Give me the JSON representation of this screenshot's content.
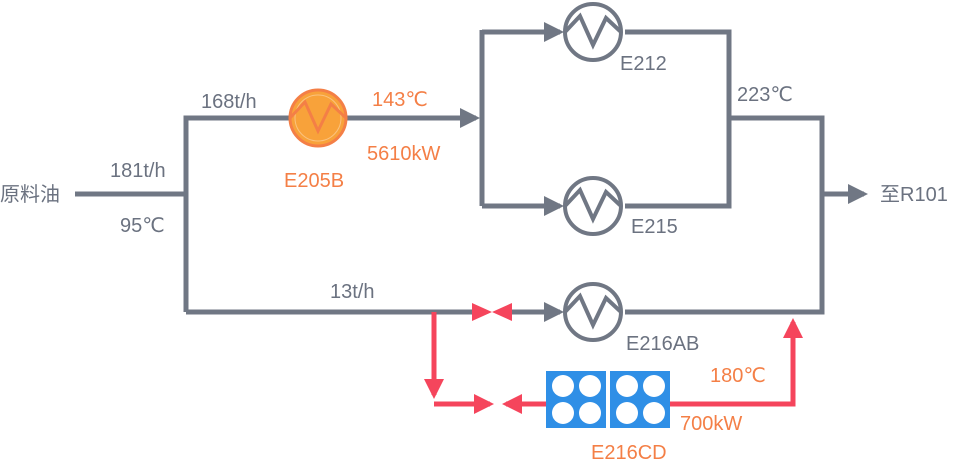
{
  "labels": {
    "feed": "原料油",
    "feed_flow": "181t/h",
    "feed_temp": "95℃",
    "upper_flow": "168t/h",
    "e205b_temp": "143℃",
    "e205b_duty": "5610kW",
    "e205b": "E205B",
    "e212": "E212",
    "e215": "E215",
    "merge_temp": "223℃",
    "outlet": "至R101",
    "lower_flow": "13t/h",
    "e216ab": "E216AB",
    "e216cd_temp": "180℃",
    "e216cd_duty": "700kW",
    "e216cd": "E216CD"
  },
  "colors": {
    "pipe": "#707784",
    "text": "#6b7280",
    "highlight_text": "#f47f46",
    "hot_stream": "#f5455c",
    "heater_fill": "#f8a23a",
    "heater_ring": "#f47f46",
    "air_cooler": "#2f8fe6"
  },
  "icons": [
    "heat-exchanger-icon",
    "valve-icon",
    "air-cooler-icon",
    "arrow-icon"
  ]
}
